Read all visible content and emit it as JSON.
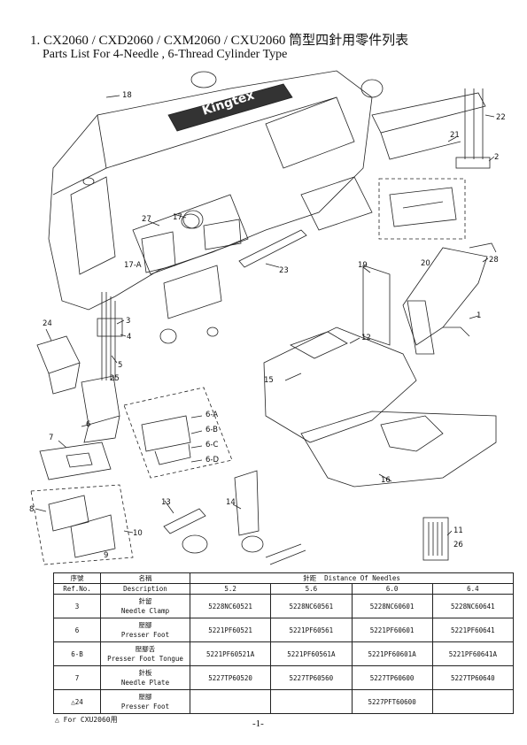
{
  "header": {
    "title": "1. CX2060 / CXD2060 / CXM2060 / CXU2060 筒型四針用零件列表",
    "subtitle": "Parts List For  4-Needle , 6-Thread  Cylinder Type"
  },
  "diagram": {
    "brand": "Kingtex",
    "callouts": [
      "18",
      "22",
      "21",
      "2",
      "27",
      "17",
      "17-A",
      "23",
      "20",
      "19",
      "28",
      "1",
      "24",
      "3",
      "4",
      "5",
      "25",
      "12",
      "15",
      "6",
      "6-A",
      "6-B",
      "6-C",
      "6-D",
      "16",
      "7",
      "8",
      "9",
      "10",
      "13",
      "14",
      "11",
      "26"
    ]
  },
  "table": {
    "head": {
      "seq_cn": "序號",
      "seq_en": "Ref.No.",
      "name_cn": "名稱",
      "name_en": "Description",
      "gauge_cn": "針距",
      "gauge_en": "Distance Of Needles",
      "gauges": [
        "5.2",
        "5.6",
        "6.0",
        "6.4"
      ]
    },
    "rows": [
      {
        "ref": "3",
        "cn": "針留",
        "en": "Needle Clamp",
        "codes": [
          "5228NC60521",
          "5228NC60561",
          "5228NC60601",
          "5228NC60641"
        ]
      },
      {
        "ref": "6",
        "cn": "壓腳",
        "en": "Presser Foot",
        "codes": [
          "5221PF60521",
          "5221PF60561",
          "5221PF60601",
          "5221PF60641"
        ]
      },
      {
        "ref": "6-B",
        "cn": "壓腳舌",
        "en": "Presser Foot Tongue",
        "codes": [
          "5221PF60521A",
          "5221PF60561A",
          "5221PF60601A",
          "5221PF60641A"
        ]
      },
      {
        "ref": "7",
        "cn": "針板",
        "en": "Needle Plate",
        "codes": [
          "5227TP60520",
          "5227TP60560",
          "5227TP60600",
          "5227TP60640"
        ]
      },
      {
        "ref": "△24",
        "cn": "壓腳",
        "en": "Presser Foot",
        "codes": [
          "",
          "",
          "5227PFT60600",
          ""
        ]
      }
    ]
  },
  "footnote": "△ For  CXU2060用",
  "page_number": "-1-"
}
